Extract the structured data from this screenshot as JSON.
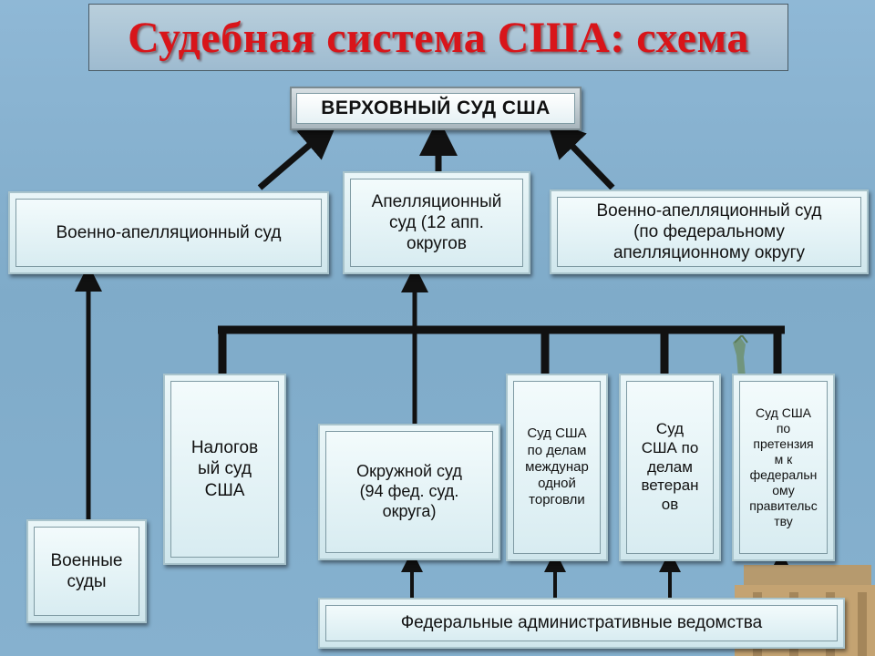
{
  "title": "Судебная система США: схема",
  "nodes": {
    "supreme": "ВЕРХОВНЫЙ СУД США",
    "military_appeals": "Военно-апелляционный суд",
    "appeals": [
      "Апелляционный",
      "суд (12 апп.",
      "округов"
    ],
    "military_federal_appeals": [
      "Военно-апелляционный суд",
      "(по федеральному",
      "апелляционному округу"
    ],
    "military_courts": [
      "Военные",
      "суды"
    ],
    "tax_court": [
      "Налогов",
      "ый суд",
      "США"
    ],
    "district_court": [
      "Окружной суд",
      "(94 фед. суд.",
      "округа)"
    ],
    "trade_court": [
      "Суд США",
      "по делам",
      "междунар",
      "одной",
      "торговли"
    ],
    "veterans_court": [
      "Суд",
      "США по",
      "делам",
      "ветеран",
      "ов"
    ],
    "claims_court": [
      "Суд США",
      "по",
      "претензия",
      "м к",
      "федеральн",
      "ому",
      "правительс",
      "тву"
    ],
    "agencies": "Федеральные административные ведомства"
  },
  "colors": {
    "title": "#d8151a",
    "connector": "#111111"
  }
}
